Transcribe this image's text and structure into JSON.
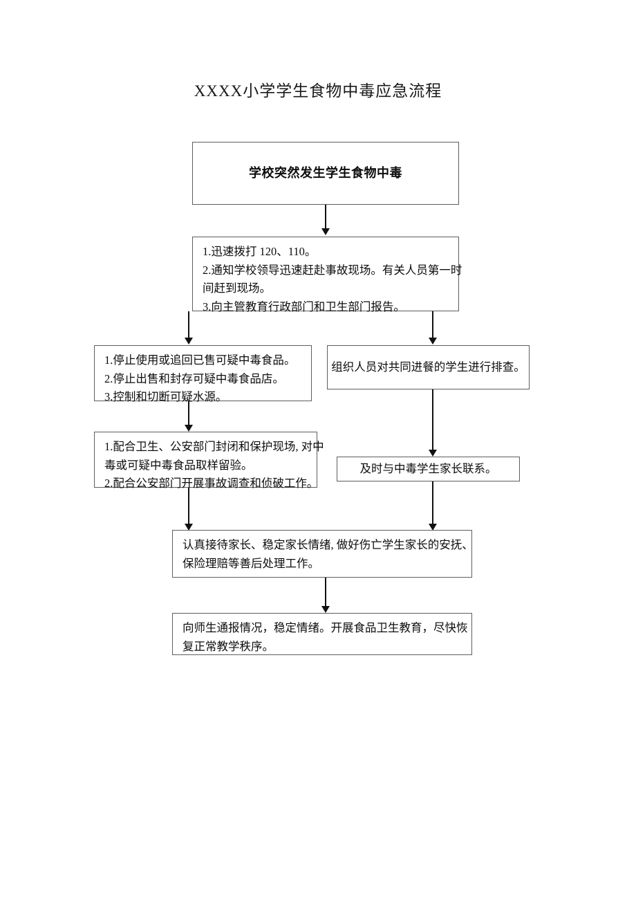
{
  "document": {
    "title": "XXXX小学学生食物中毒应急流程"
  },
  "flowchart": {
    "type": "flowchart",
    "orientation": "top-to-bottom",
    "nodes": [
      {
        "id": "n1",
        "name": "incident-node",
        "lines": [
          "学校突然发生学生食物中毒"
        ],
        "style": "bold-centered"
      },
      {
        "id": "n2",
        "name": "immediate-response-node",
        "lines": [
          "1.迅速拨打 120、110。",
          "2.通知学校领导迅速赶赴事故现场。有关人员第一时",
          "间赶到现场。",
          "3.向主管教育行政部门和卫生部门报告。"
        ],
        "style": "list"
      },
      {
        "id": "n3",
        "name": "food-control-node",
        "lines": [
          "1.停止使用或追回已售可疑中毒食品。",
          "2.停止出售和封存可疑中毒食品店。",
          "3.控制和切断可疑水源。"
        ],
        "style": "list"
      },
      {
        "id": "n4",
        "name": "student-screening-node",
        "lines": [
          "组织人员对共同进餐的学生进行排查。"
        ],
        "style": "centered"
      },
      {
        "id": "n5",
        "name": "scene-protection-node",
        "lines": [
          "1.配合卫生、公安部门封闭和保护现场, 对中",
          "毒或可疑中毒食品取样留验。",
          "2.配合公安部门开展事故调查和侦破工作。"
        ],
        "style": "list"
      },
      {
        "id": "n6",
        "name": "parent-contact-node",
        "lines": [
          "及时与中毒学生家长联系。"
        ],
        "style": "centered"
      },
      {
        "id": "n7",
        "name": "parent-reception-node",
        "lines": [
          "认真接待家长、稳定家长情绪, 做好伤亡学生家长的安抚、",
          "保险理赔等善后处理工作。"
        ],
        "style": "paragraph"
      },
      {
        "id": "n8",
        "name": "notify-and-recover-node",
        "lines": [
          "向师生通报情况，稳定情绪。开展食品卫生教育，尽快恢",
          "复正常教学秩序。"
        ],
        "style": "paragraph"
      }
    ],
    "edges": [
      {
        "name": "edge-incident-to-response",
        "from": "n1",
        "to": "n2"
      },
      {
        "name": "edge-response-to-food-control",
        "from": "n2",
        "to": "n3"
      },
      {
        "name": "edge-response-to-screening",
        "from": "n2",
        "to": "n4"
      },
      {
        "name": "edge-food-control-to-scene",
        "from": "n3",
        "to": "n5"
      },
      {
        "name": "edge-screening-to-parent-contact",
        "from": "n4",
        "to": "n6"
      },
      {
        "name": "edge-scene-to-reception",
        "from": "n5",
        "to": "n7"
      },
      {
        "name": "edge-parent-contact-to-reception",
        "from": "n6",
        "to": "n7"
      },
      {
        "name": "edge-reception-to-notify",
        "from": "n7",
        "to": "n8"
      }
    ]
  },
  "colors": {
    "page_background": "#ffffff",
    "node_border": "#5d5d5d",
    "node_fill": "#ffffff",
    "text": "#0d0d0d",
    "connector": "#111111"
  }
}
